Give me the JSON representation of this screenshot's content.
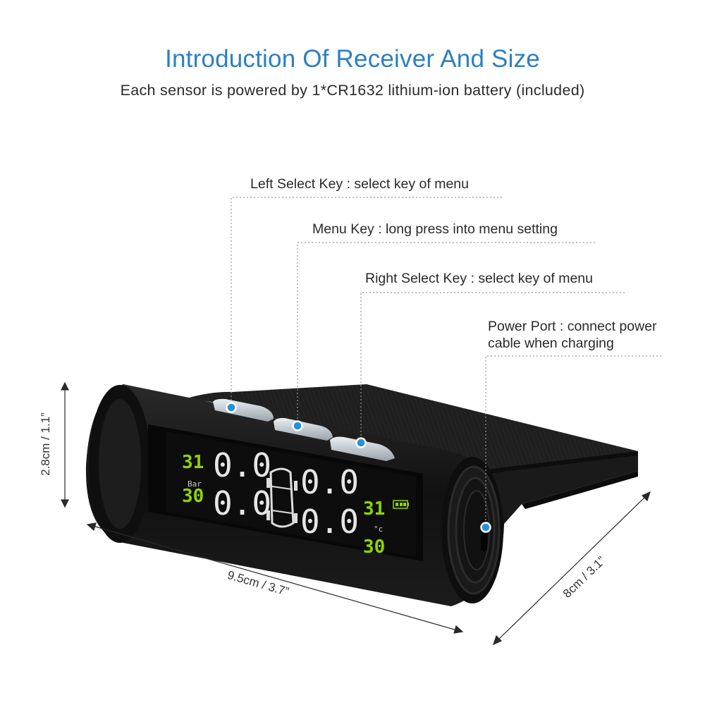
{
  "header": {
    "title": "Introduction Of Receiver And Size",
    "subtitle": "Each sensor is powered by 1*CR1632 lithium-ion battery (included)"
  },
  "callouts": {
    "left_select_key": "Left Select Key : select key of menu",
    "menu_key": "Menu Key : long press into menu setting",
    "right_select_key": "Right Select Key : select key of menu",
    "power_port_line1": "Power Port : connect power",
    "power_port_line2": "cable when charging"
  },
  "dimensions": {
    "height": "2.8cm / 1.1”",
    "length": "9.5cm / 3.7”",
    "depth": "8cm / 3.1”"
  },
  "display": {
    "unit_pressure": "Bar",
    "unit_temp": "°c",
    "front_left_small": "31",
    "front_left_temp": "30",
    "front_right_small": "31",
    "front_right_temp": "30",
    "tire_readout": "0.0"
  },
  "colors": {
    "title": "#2d7fc2",
    "callout_dot": "#2a8fd6",
    "lcd_green": "#8fd400",
    "body": "#151515"
  }
}
